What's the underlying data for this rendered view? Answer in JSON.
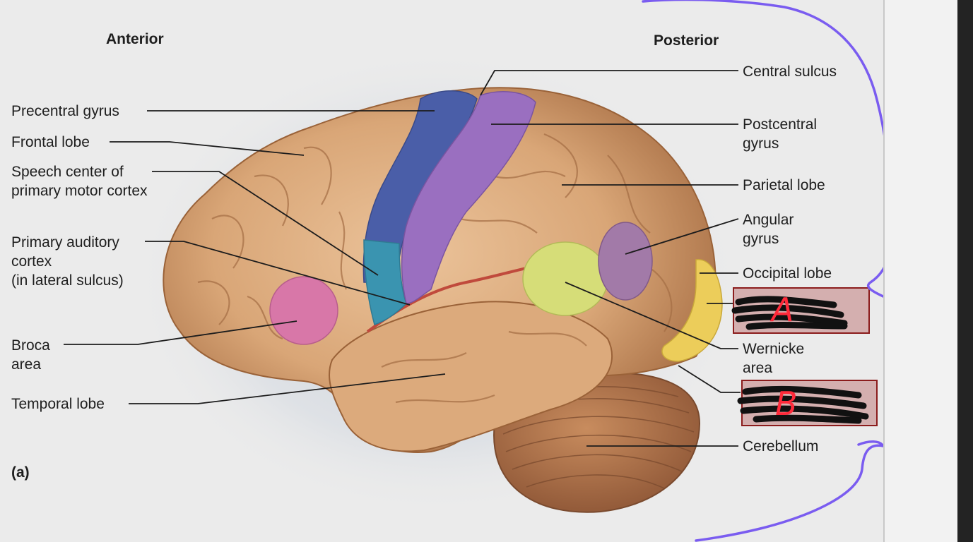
{
  "figure": {
    "orientation": {
      "anterior": "Anterior",
      "posterior": "Posterior"
    },
    "panel_label": "(a)",
    "left_labels": {
      "precentral_gyrus": "Precentral gyrus",
      "frontal_lobe": "Frontal lobe",
      "speech_center": "Speech center of\nprimary motor cortex",
      "primary_auditory": "Primary auditory\ncortex\n(in lateral sulcus)",
      "broca": "Broca\narea",
      "temporal_lobe": "Temporal lobe"
    },
    "right_labels": {
      "central_sulcus": "Central sulcus",
      "postcentral_gyrus": "Postcentral\ngyrus",
      "parietal_lobe": "Parietal lobe",
      "angular_gyrus": "Angular\ngyrus",
      "occipital_lobe": "Occipital lobe",
      "wernicke": "Wernicke\narea",
      "cerebellum": "Cerebellum"
    }
  },
  "annotations": {
    "box_a_letter": "A",
    "box_b_letter": "B",
    "highlight_color": "#d4afaf",
    "box_border_color": "#8b1c1c",
    "scribble_color": "#111111",
    "letter_color": "#ff2a3a",
    "bracket_color": "#7a5cf0"
  },
  "colors": {
    "background": "#ebebeb",
    "brain": "#d9a677",
    "cerebellum": "#b77a52",
    "precentral_gyrus": "#4a5ea8",
    "postcentral_gyrus": "#9a6fc0",
    "speech_center": "#3a94b0",
    "broca_area": "#d877a8",
    "wernicke_area": "#d6dd78",
    "angular_gyrus": "#a27aa8",
    "occipital_lobe": "#eccd5a",
    "lateral_sulcus": "#c04a3c"
  }
}
